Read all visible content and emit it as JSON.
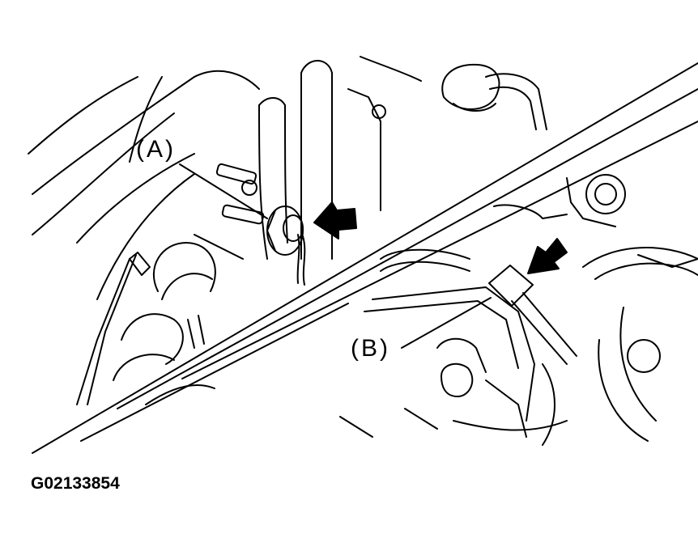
{
  "diagram": {
    "callouts": [
      {
        "id": "A",
        "label": "(A)"
      },
      {
        "id": "B",
        "label": "(B)"
      }
    ],
    "figure_id": "G02133854",
    "colors": {
      "ink": "#000000",
      "paper": "#ffffff"
    }
  }
}
